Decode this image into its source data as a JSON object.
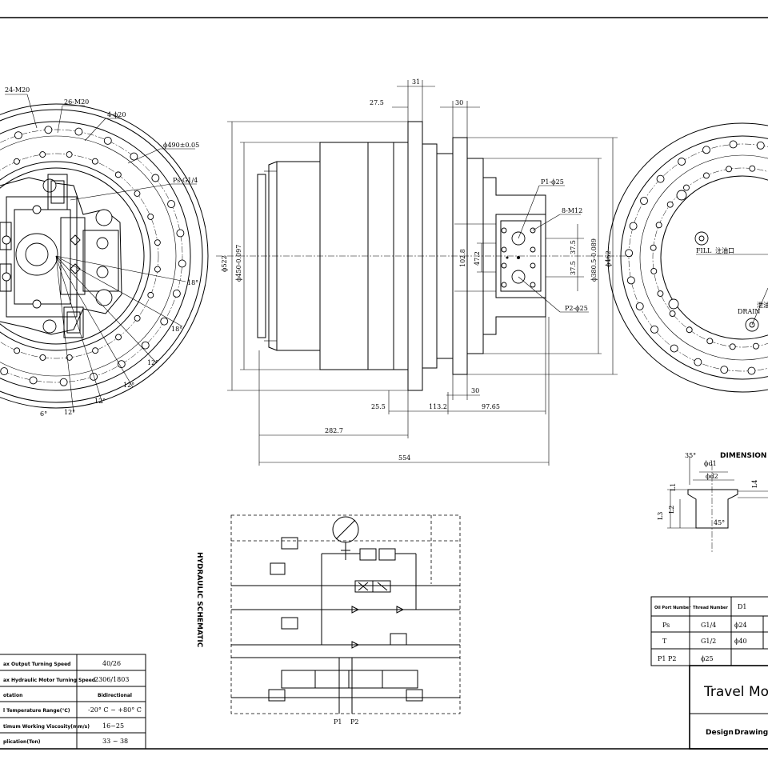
{
  "views": {
    "front": {
      "labels": [
        "24-M20",
        "26-M20",
        "4-ϕ20",
        "ϕ490±0.05",
        "Ps-G1/4",
        "18°",
        "18°",
        "12°",
        "12°",
        "12°",
        "12°",
        "6°"
      ]
    },
    "side": {
      "top_dims": [
        "31",
        "27.5",
        "30"
      ],
      "left_dims": [
        "ϕ522",
        "ϕ450-0.097"
      ],
      "right_dims": [
        "ϕ462",
        "ϕ380.5-0.089",
        "37.5",
        "37.5"
      ],
      "port_dims": [
        "102.8",
        "47.2"
      ],
      "callouts": [
        "P1-ϕ25",
        "8-M12",
        "P2-ϕ25"
      ],
      "bottom_dims": [
        "30",
        "25.5",
        "113.2",
        "97.65",
        "282.7",
        "554"
      ]
    },
    "rear": {
      "labels": [
        "FILL",
        "注油口",
        "DRAIN",
        "泄油"
      ]
    }
  },
  "hydraulic": {
    "title": "HYDRAULIC SCHEMATIC",
    "ports": [
      "P1",
      "P2"
    ]
  },
  "dimension_detail": {
    "title": "DIMENSION",
    "labels": [
      "35°",
      "ϕd1",
      "ϕd2",
      "L1",
      "L2",
      "L3",
      "L4",
      "45°"
    ]
  },
  "spec_table": {
    "rows": [
      {
        "label": "ax Output Turning Speed",
        "value": "40/26"
      },
      {
        "label": "ax Hydraulic Motor Turning Speed",
        "value": "2306/1803"
      },
      {
        "label": "otation",
        "value": "Bidirectional"
      },
      {
        "label": "l Temperature Range(℃)",
        "value": "-20° C ~ +80° C"
      },
      {
        "label": "timum Working Viscosity(mm/s)",
        "value": "16~25"
      },
      {
        "label": "plication(Ton)",
        "value": "33 ~ 38"
      }
    ]
  },
  "port_table": {
    "headers": [
      "Oil Port Number",
      "Thread Number",
      "D1"
    ],
    "rows": [
      {
        "port": "Ps",
        "thread": "G1/4",
        "d1": "ϕ24"
      },
      {
        "port": "T",
        "thread": "G1/2",
        "d1": "ϕ40"
      },
      {
        "port": "P1  P2",
        "thread": "ϕ25",
        "d1": ""
      }
    ]
  },
  "title_block": {
    "title": "Travel Mo",
    "design": "Design",
    "drawing": "Drawing"
  }
}
